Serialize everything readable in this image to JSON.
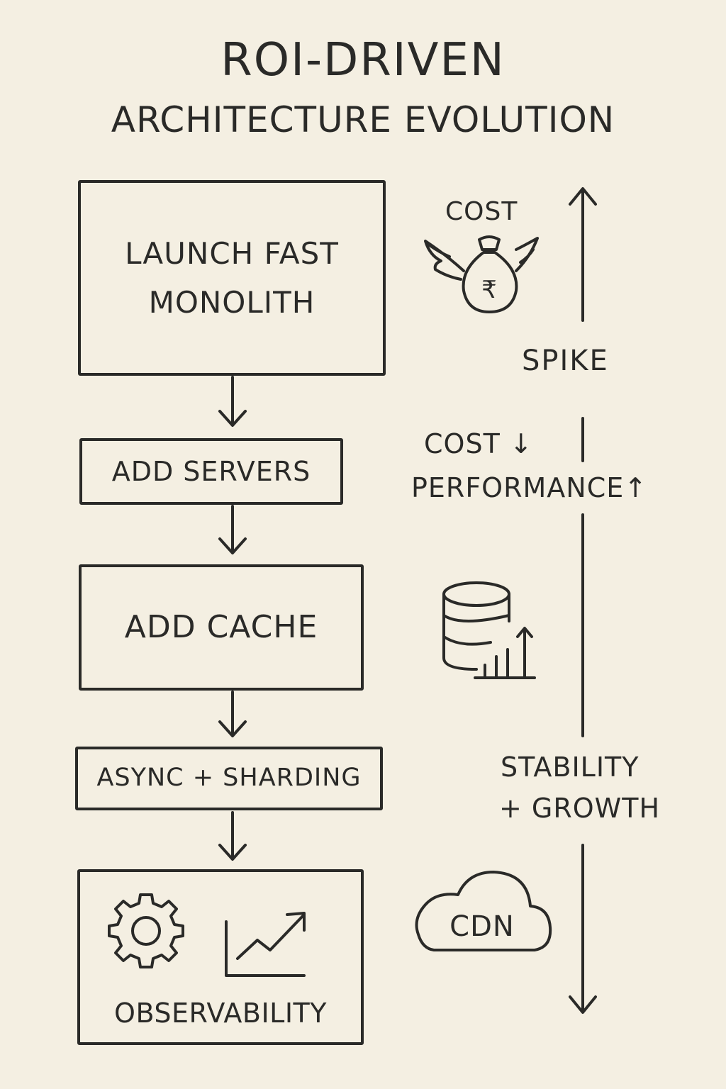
{
  "title": {
    "line1": "ROI-DRIVEN",
    "line2": "ARCHITECTURE EVOLUTION"
  },
  "steps": [
    {
      "line1": "LAUNCH FAST",
      "line2": "MONOLITH"
    },
    {
      "label": "ADD SERVERS"
    },
    {
      "label": "ADD CACHE"
    },
    {
      "label": "ASYNC + SHARDING"
    },
    {
      "label": "OBSERVABILITY"
    }
  ],
  "annotations": {
    "cost": "COST",
    "spike": "SPIKE",
    "cost_down": "COST ↓",
    "performance_up": "PERFORMANCE↑",
    "stability_line1": "STABILITY",
    "stability_line2": "+ GROWTH",
    "cdn": "CDN"
  },
  "icons": {
    "money_bag": "money-bag-with-wings-icon",
    "currency_symbol": "₹",
    "database": "database-icon",
    "bar_chart": "bar-chart-up-icon",
    "gear": "gear-icon",
    "trend": "trend-up-chart-icon",
    "cloud": "cloud-icon"
  },
  "colors": {
    "background": "#f4efe2",
    "ink": "#2a2a28"
  }
}
